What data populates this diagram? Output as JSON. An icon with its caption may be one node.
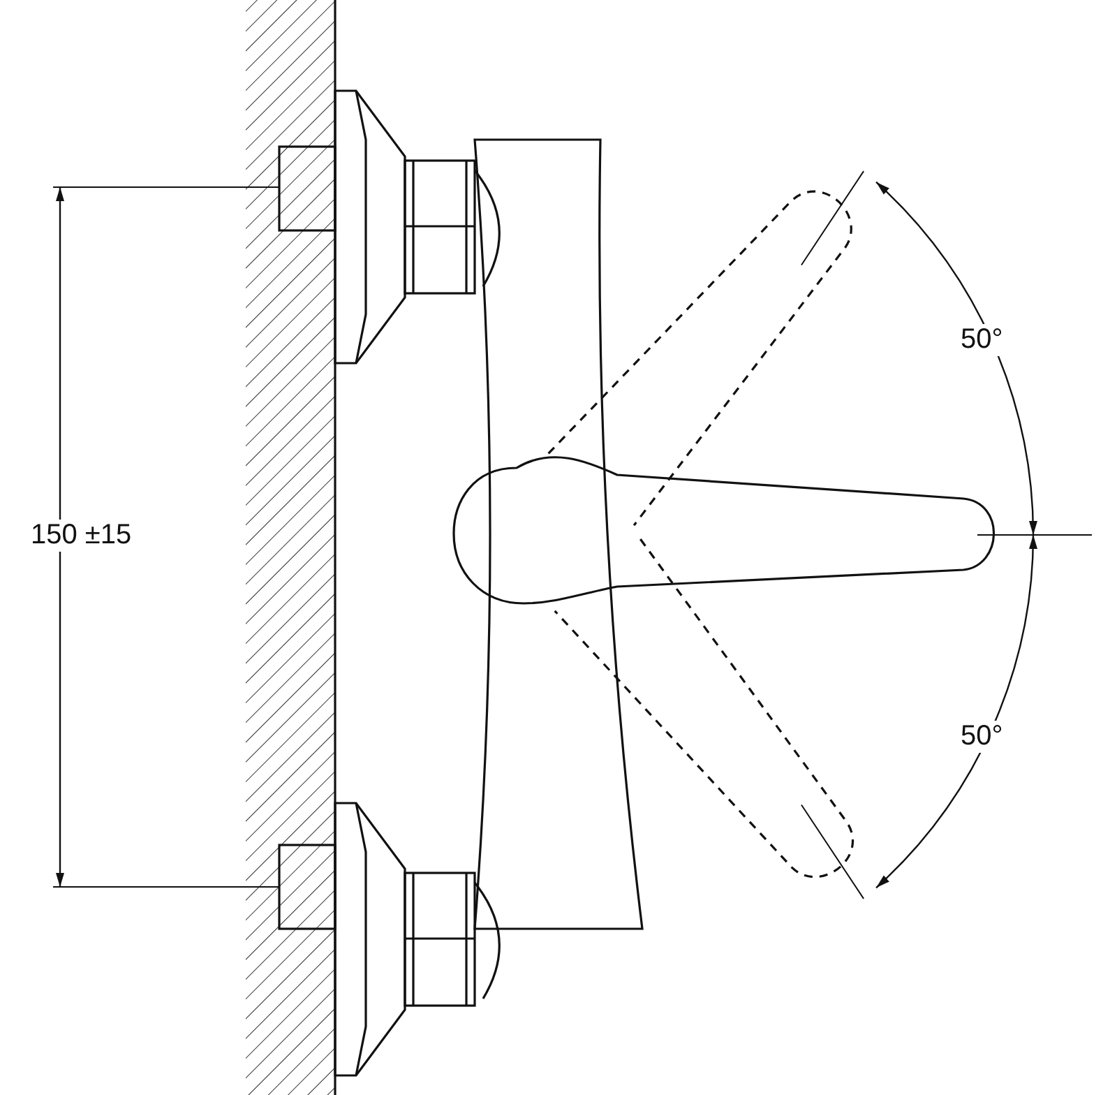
{
  "diagram": {
    "labels": [
      "150 ±15",
      "50°",
      "50°"
    ]
  }
}
